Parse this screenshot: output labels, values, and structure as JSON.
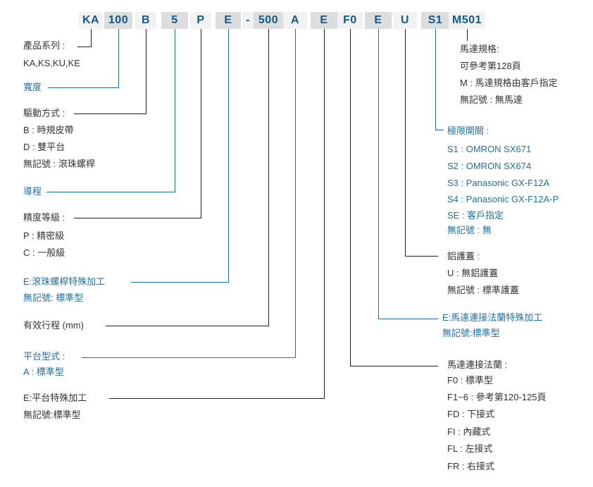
{
  "diagram_title": "product-ordering-code-breakdown",
  "colors": {
    "accent_blue": "#1e6fa3",
    "code_text_blue": "#10598a",
    "text_black": "#333333",
    "line_black": "#1f1f1f",
    "chip_bg_light": "#f2f2f2",
    "chip_bg_shaded": "#dcdddd",
    "background": "#ffffff"
  },
  "code": {
    "segments": [
      "KA",
      "100",
      "B",
      "5",
      "P",
      "E",
      "-",
      "500",
      "A",
      "E",
      "F0",
      "E",
      "U",
      "S1",
      "M501"
    ]
  },
  "left_blocks": [
    {
      "title": "產品系列 :",
      "items": [
        "KA,KS,KU,KE"
      ]
    },
    {
      "title": "寬度",
      "items": []
    },
    {
      "title": "驅動方式 :",
      "items": [
        "B : 時規皮帶",
        "D : 雙平台",
        "無記號 : 滾珠螺桿"
      ]
    },
    {
      "title": "導程",
      "items": []
    },
    {
      "title": "精度等級 :",
      "items": [
        "P : 精密級",
        "C : 一般級"
      ]
    },
    {
      "title": "E:滾珠螺桿特殊加工",
      "items": [
        "無記號: 標準型"
      ]
    },
    {
      "title": "有效行程 (mm)",
      "items": []
    },
    {
      "title": "平台型式 :",
      "items": [
        "A : 標準型"
      ]
    },
    {
      "title": "E:平台特殊加工",
      "items": [
        "無記號:標準型"
      ]
    }
  ],
  "right_blocks": [
    {
      "title": "馬達規格:",
      "items": [
        "可參考第128頁",
        "M : 馬達規格由客戶指定",
        "無記號 : 無馬達"
      ]
    },
    {
      "title": "極限開關 :",
      "items": [
        "S1 : OMRON SX671",
        "S2 : OMRON SX674",
        "S3 : Panasonic GX-F12A",
        "S4 : Panasonic GX-F12A-P",
        "SE : 客戶指定",
        "無記號 : 無"
      ]
    },
    {
      "title": "鋁護蓋 :",
      "items": [
        "U : 無鋁護蓋",
        "無記號 : 標準護蓋"
      ]
    },
    {
      "title": "E:馬達連接法蘭特殊加工",
      "items": [
        "無記號:標準型"
      ]
    },
    {
      "title": "馬達連接法蘭 :",
      "items": [
        "F0 : 標準型",
        "F1~6 : 參考第120-125頁",
        "FD : 下接式",
        "FI : 內藏式",
        "FL : 左接式",
        "FR : 右接式"
      ]
    }
  ]
}
